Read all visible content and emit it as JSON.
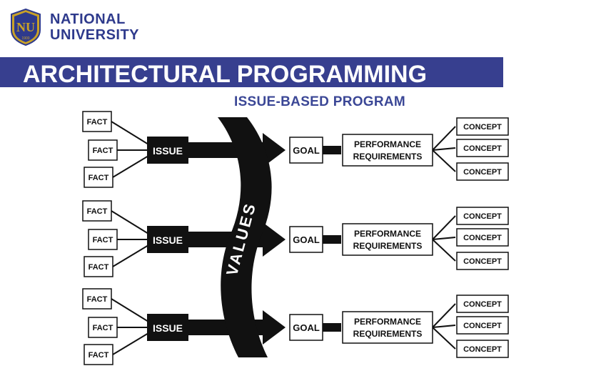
{
  "header": {
    "brand_line1": "NATIONAL",
    "brand_line2": "UNIVERSITY",
    "logo_letters": "NU",
    "logo_year": "1900",
    "title": "ARCHITECTURAL PROGRAMMING",
    "subtitle": "ISSUE-BASED PROGRAM"
  },
  "colors": {
    "brand": "#2e3a8c",
    "banner": "#373f8f",
    "logo_gold": "#c9a227",
    "ink": "#111111"
  },
  "diagram": {
    "values_label": "VALUES",
    "rows": [
      {
        "facts": [
          "FACT",
          "FACT",
          "FACT"
        ],
        "issue": "ISSUE",
        "goal": "GOAL",
        "performance": [
          "PERFORMANCE",
          "REQUIREMENTS"
        ],
        "concepts": [
          "CONCEPT",
          "CONCEPT",
          "CONCEPT"
        ]
      },
      {
        "facts": [
          "FACT",
          "FACT",
          "FACT"
        ],
        "issue": "ISSUE",
        "goal": "GOAL",
        "performance": [
          "PERFORMANCE",
          "REQUIREMENTS"
        ],
        "concepts": [
          "CONCEPT",
          "CONCEPT",
          "CONCEPT"
        ]
      },
      {
        "facts": [
          "FACT",
          "FACT",
          "FACT"
        ],
        "issue": "ISSUE",
        "goal": "GOAL",
        "performance": [
          "PERFORMANCE",
          "REQUIREMENTS"
        ],
        "concepts": [
          "CONCEPT",
          "CONCEPT",
          "CONCEPT"
        ]
      }
    ]
  }
}
